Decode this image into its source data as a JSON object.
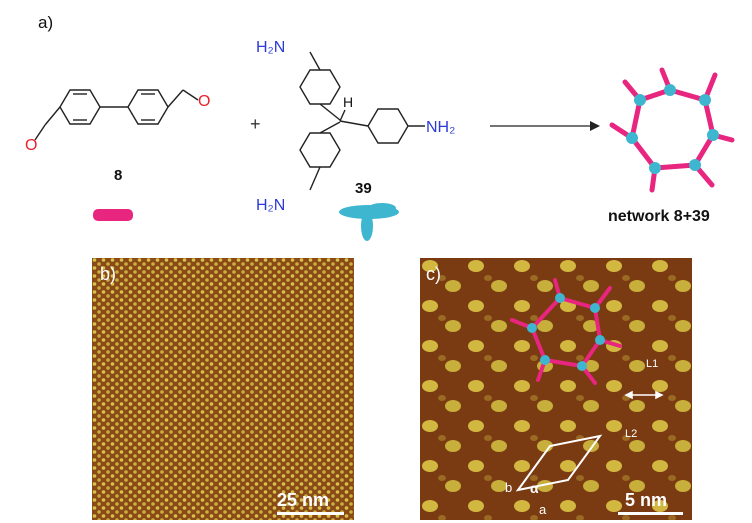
{
  "panels": {
    "a": "a)",
    "b": "b)",
    "c": "c)"
  },
  "reaction": {
    "plus": "+",
    "compound_8": "8",
    "compound_39": "39",
    "amine_top": "H₂N",
    "amine_right": "NH₂",
    "amine_bottom": "H₂N",
    "hydrogen": "H",
    "aldehyde_o": "O",
    "product": "network 8+39"
  },
  "stm_b": {
    "scale": "25 nm"
  },
  "stm_c": {
    "scale": "5 nm",
    "l1": "L1",
    "l2": "L2",
    "axis_a": "a",
    "axis_b": "b",
    "angle": "α"
  },
  "colors": {
    "linker": "#e8257f",
    "node": "#3fb6cf",
    "oxygen": "#e8222b",
    "nitrogen": "#2b3bd6",
    "stm_dark": "#7a3a12",
    "stm_bright": "#d8c24a"
  }
}
